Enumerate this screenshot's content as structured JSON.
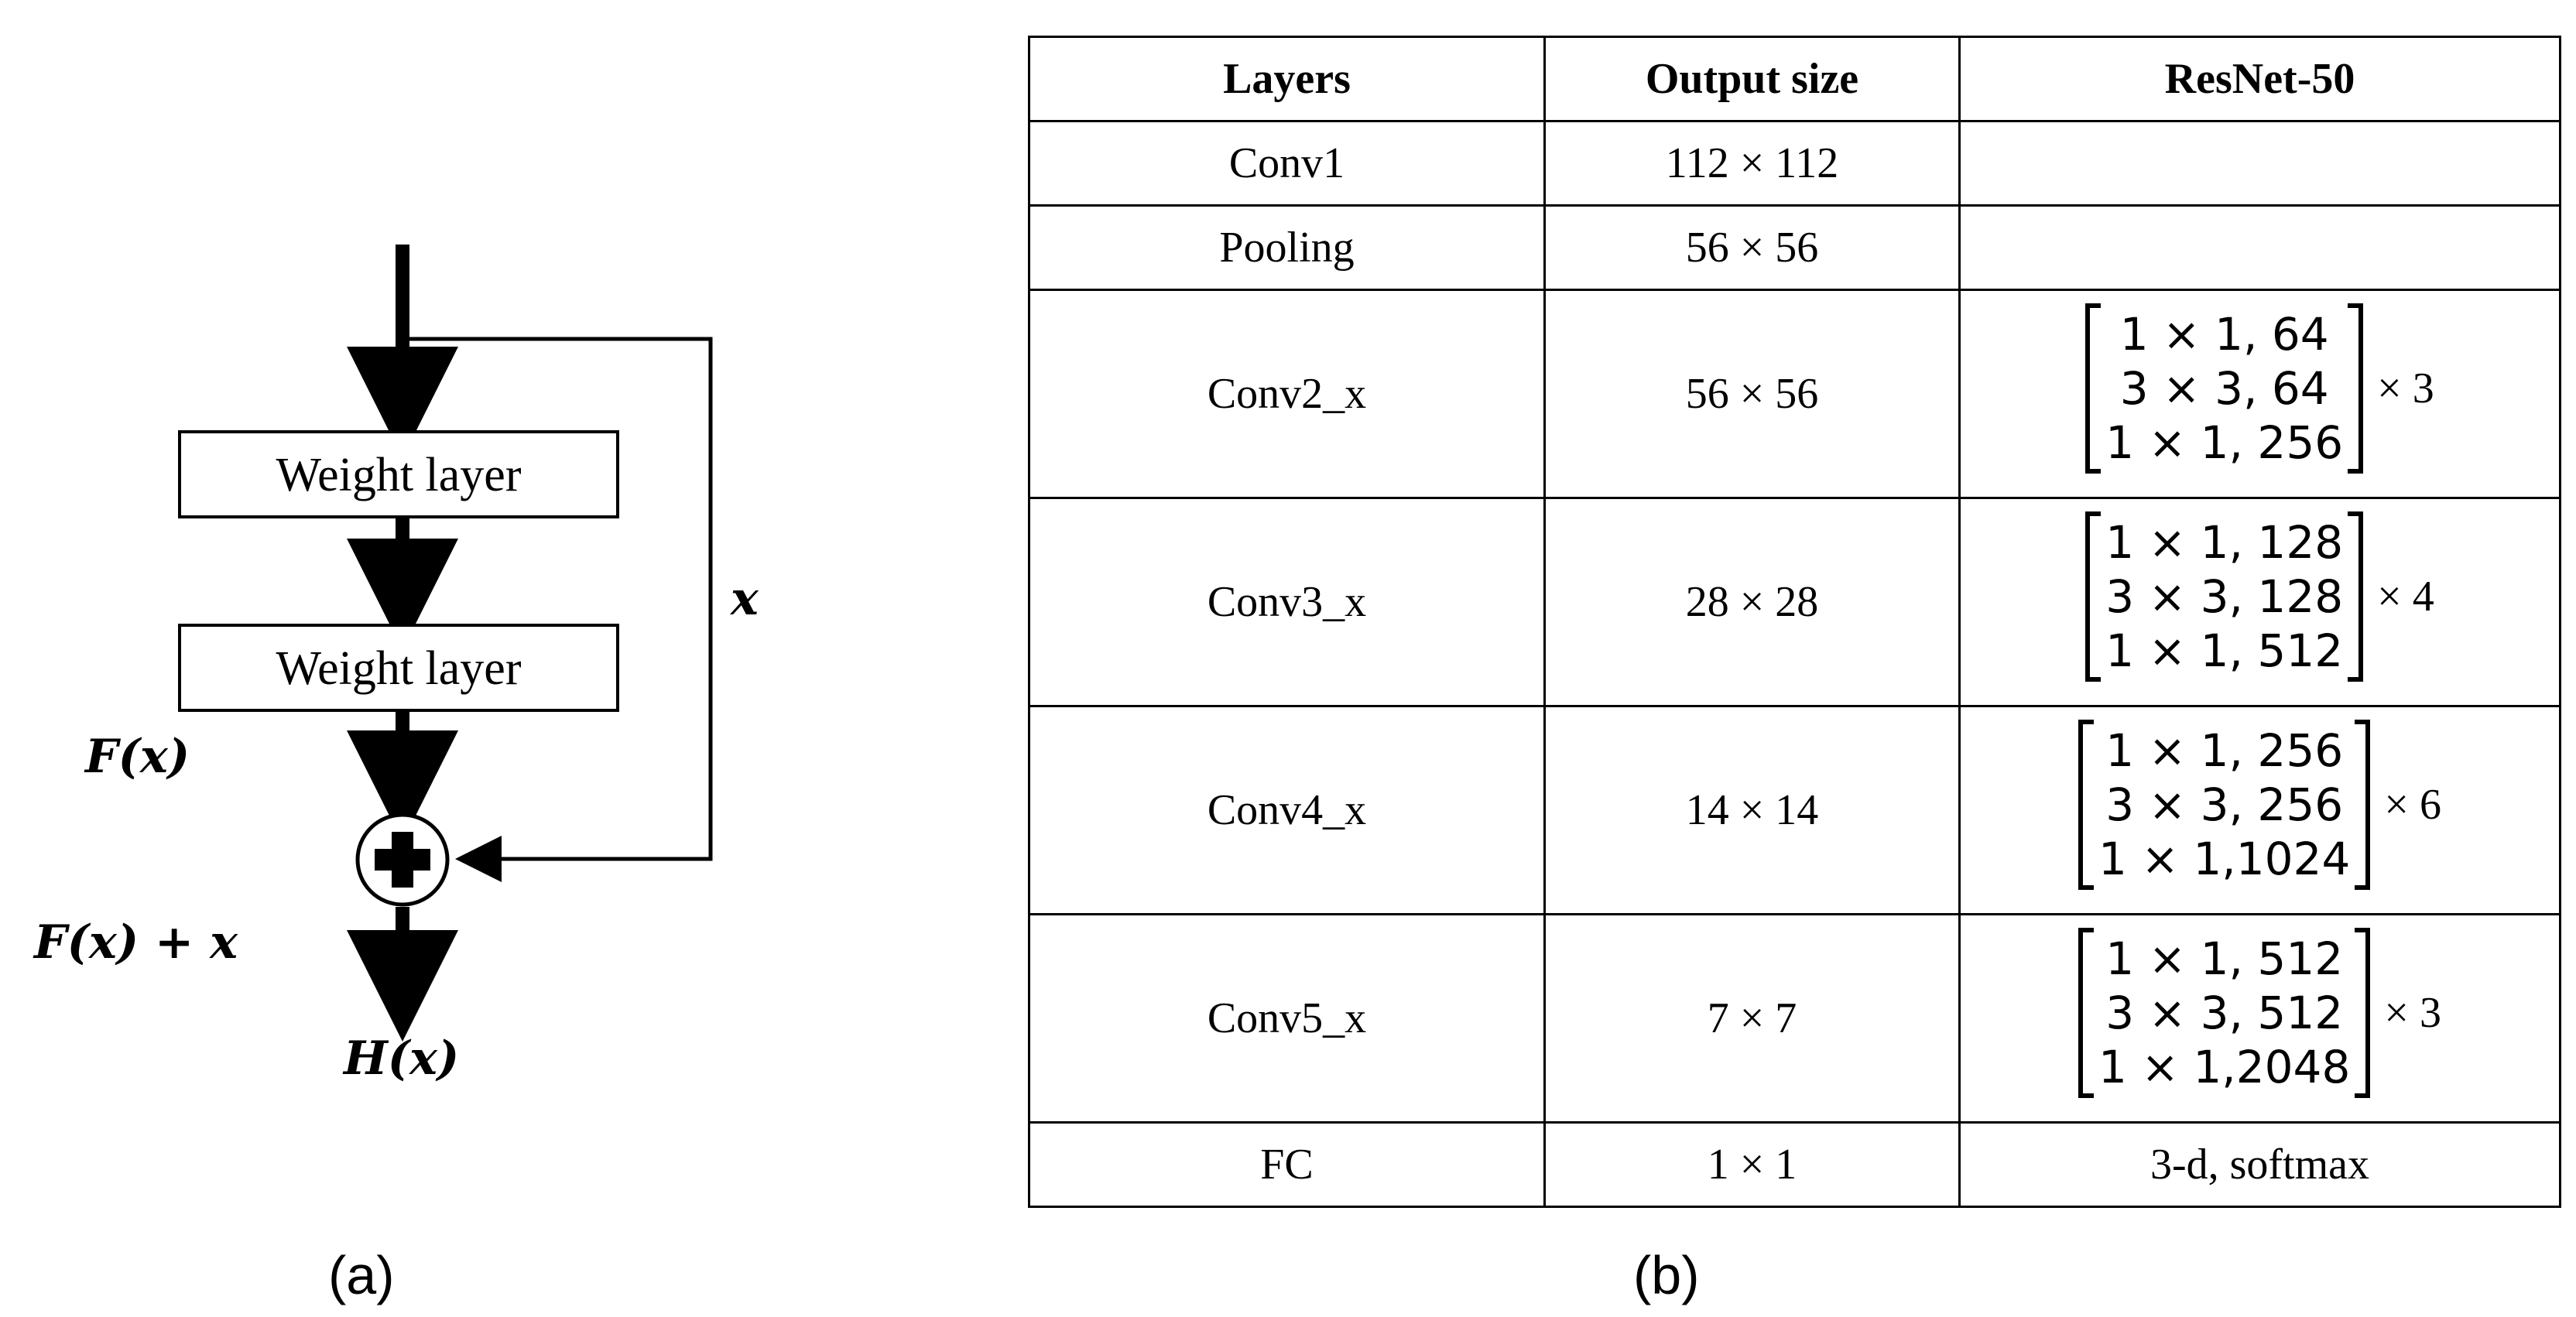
{
  "diagram": {
    "weight_layer_1": "Weight layer",
    "weight_layer_2": "Weight layer",
    "identity_label": "x",
    "f_label": "F(x)",
    "sum_label": "F(x) + x",
    "output_label": "H(x)",
    "panel_label": "(a)"
  },
  "table": {
    "panel_label": "(b)",
    "headers": [
      "Layers",
      "Output size",
      "ResNet-50"
    ],
    "rows": [
      {
        "layer": "Conv1",
        "output": "112 × 112",
        "resnet": ""
      },
      {
        "layer": "Pooling",
        "output": "56 × 56",
        "resnet": ""
      },
      {
        "layer": "Conv2_x",
        "output": "56 × 56",
        "block": {
          "lines": [
            "1 × 1, 64",
            "3 × 3, 64",
            "1 × 1, 256"
          ],
          "repeat": "× 3"
        }
      },
      {
        "layer": "Conv3_x",
        "output": "28 × 28",
        "block": {
          "lines": [
            "1 × 1, 128",
            "3 × 3, 128",
            "1 × 1, 512"
          ],
          "repeat": "× 4"
        }
      },
      {
        "layer": "Conv4_x",
        "output": "14 × 14",
        "block": {
          "lines": [
            "1 × 1, 256",
            "3 × 3, 256",
            "1 × 1,1024"
          ],
          "repeat": "× 6"
        }
      },
      {
        "layer": "Conv5_x",
        "output": "7 × 7",
        "block": {
          "lines": [
            "1 × 1, 512",
            "3 × 3, 512",
            "1 × 1,2048"
          ],
          "repeat": "× 3"
        }
      },
      {
        "layer": "FC",
        "output": "1 × 1",
        "resnet": "3-d, softmax"
      }
    ]
  }
}
